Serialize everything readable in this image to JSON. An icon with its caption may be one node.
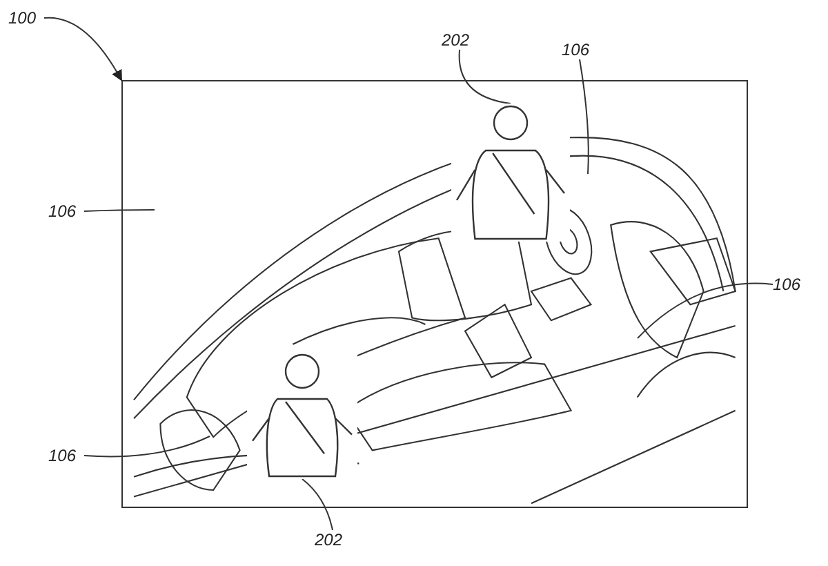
{
  "diagram": {
    "nodes": [
      {
        "text": [
          "100"
        ]
      },
      {
        "text": [],
        "shape": "picture"
      },
      {
        "text": [],
        "shape": "person",
        "in": 1
      },
      {
        "text": [],
        "shape": "person",
        "in": 1
      },
      {
        "text": [
          "202"
        ]
      },
      {
        "text": [
          "106"
        ]
      },
      {
        "text": [
          "106"
        ]
      },
      {
        "text": [
          "106"
        ]
      },
      {
        "text": [
          "106"
        ]
      },
      {
        "text": [
          "202"
        ]
      }
    ],
    "edges": [
      {
        "from": 0,
        "to": 1,
        "arrow": "to"
      },
      {
        "from": 4,
        "to": 2,
        "arrow": "none"
      },
      {
        "from": 5,
        "to": null,
        "arrow": "none"
      },
      {
        "from": 6,
        "to": null,
        "arrow": "none"
      },
      {
        "from": 7,
        "to": null,
        "arrow": "none"
      },
      {
        "from": 8,
        "to": null,
        "arrow": "none"
      },
      {
        "from": 9,
        "to": 3,
        "arrow": "none"
      }
    ]
  }
}
